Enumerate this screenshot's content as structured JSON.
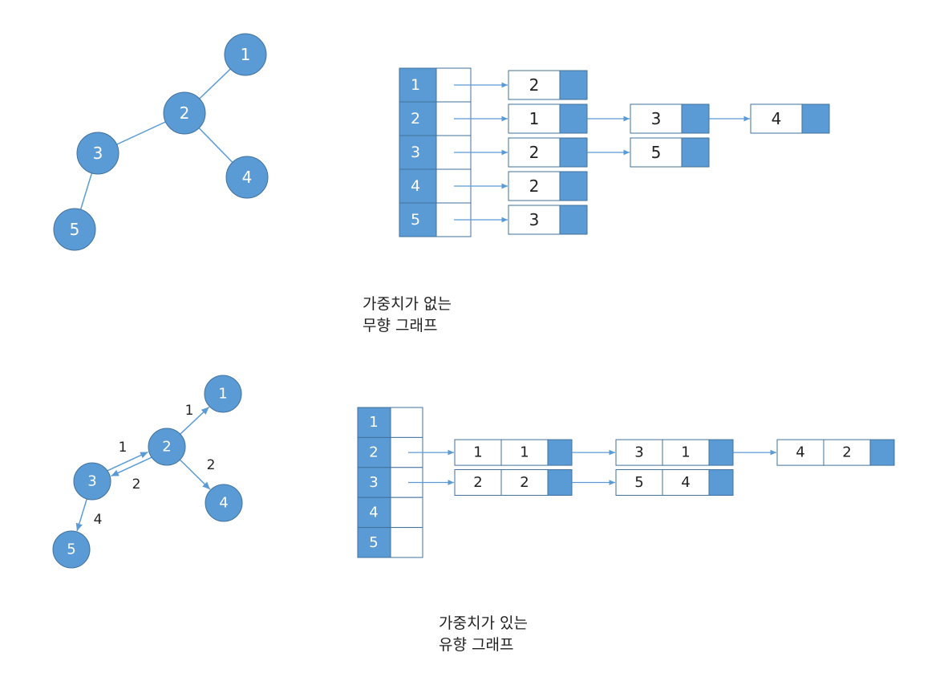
{
  "colors": {
    "node": "#5b9bd5",
    "node_stroke": "#41719c",
    "line": "#5b9bd5",
    "cell_border": "#41719c",
    "text": "#222222"
  },
  "undirected": {
    "nodes": [
      "1",
      "2",
      "3",
      "4",
      "5"
    ],
    "edges": [
      [
        "1",
        "2"
      ],
      [
        "2",
        "3"
      ],
      [
        "2",
        "4"
      ],
      [
        "3",
        "5"
      ]
    ],
    "index": [
      "1",
      "2",
      "3",
      "4",
      "5"
    ],
    "lists": [
      [
        "2"
      ],
      [
        "1",
        "3",
        "4"
      ],
      [
        "2",
        "5"
      ],
      [
        "2"
      ],
      [
        "3"
      ]
    ],
    "caption": [
      "가중치가 없는",
      "무향 그래프"
    ]
  },
  "directed": {
    "nodes": [
      "1",
      "2",
      "3",
      "4",
      "5"
    ],
    "edges": [
      {
        "from": "2",
        "to": "1",
        "w": "1"
      },
      {
        "from": "2",
        "to": "3",
        "w": "1"
      },
      {
        "from": "3",
        "to": "2",
        "w": "2"
      },
      {
        "from": "2",
        "to": "4",
        "w": "2"
      },
      {
        "from": "3",
        "to": "5",
        "w": "4"
      }
    ],
    "index": [
      "1",
      "2",
      "3",
      "4",
      "5"
    ],
    "lists": [
      [],
      [
        [
          "1",
          "1"
        ],
        [
          "3",
          "1"
        ],
        [
          "4",
          "2"
        ]
      ],
      [
        [
          "2",
          "2"
        ],
        [
          "5",
          "4"
        ]
      ],
      [],
      []
    ],
    "caption": [
      "가중치가 있는",
      "유향 그래프"
    ]
  }
}
